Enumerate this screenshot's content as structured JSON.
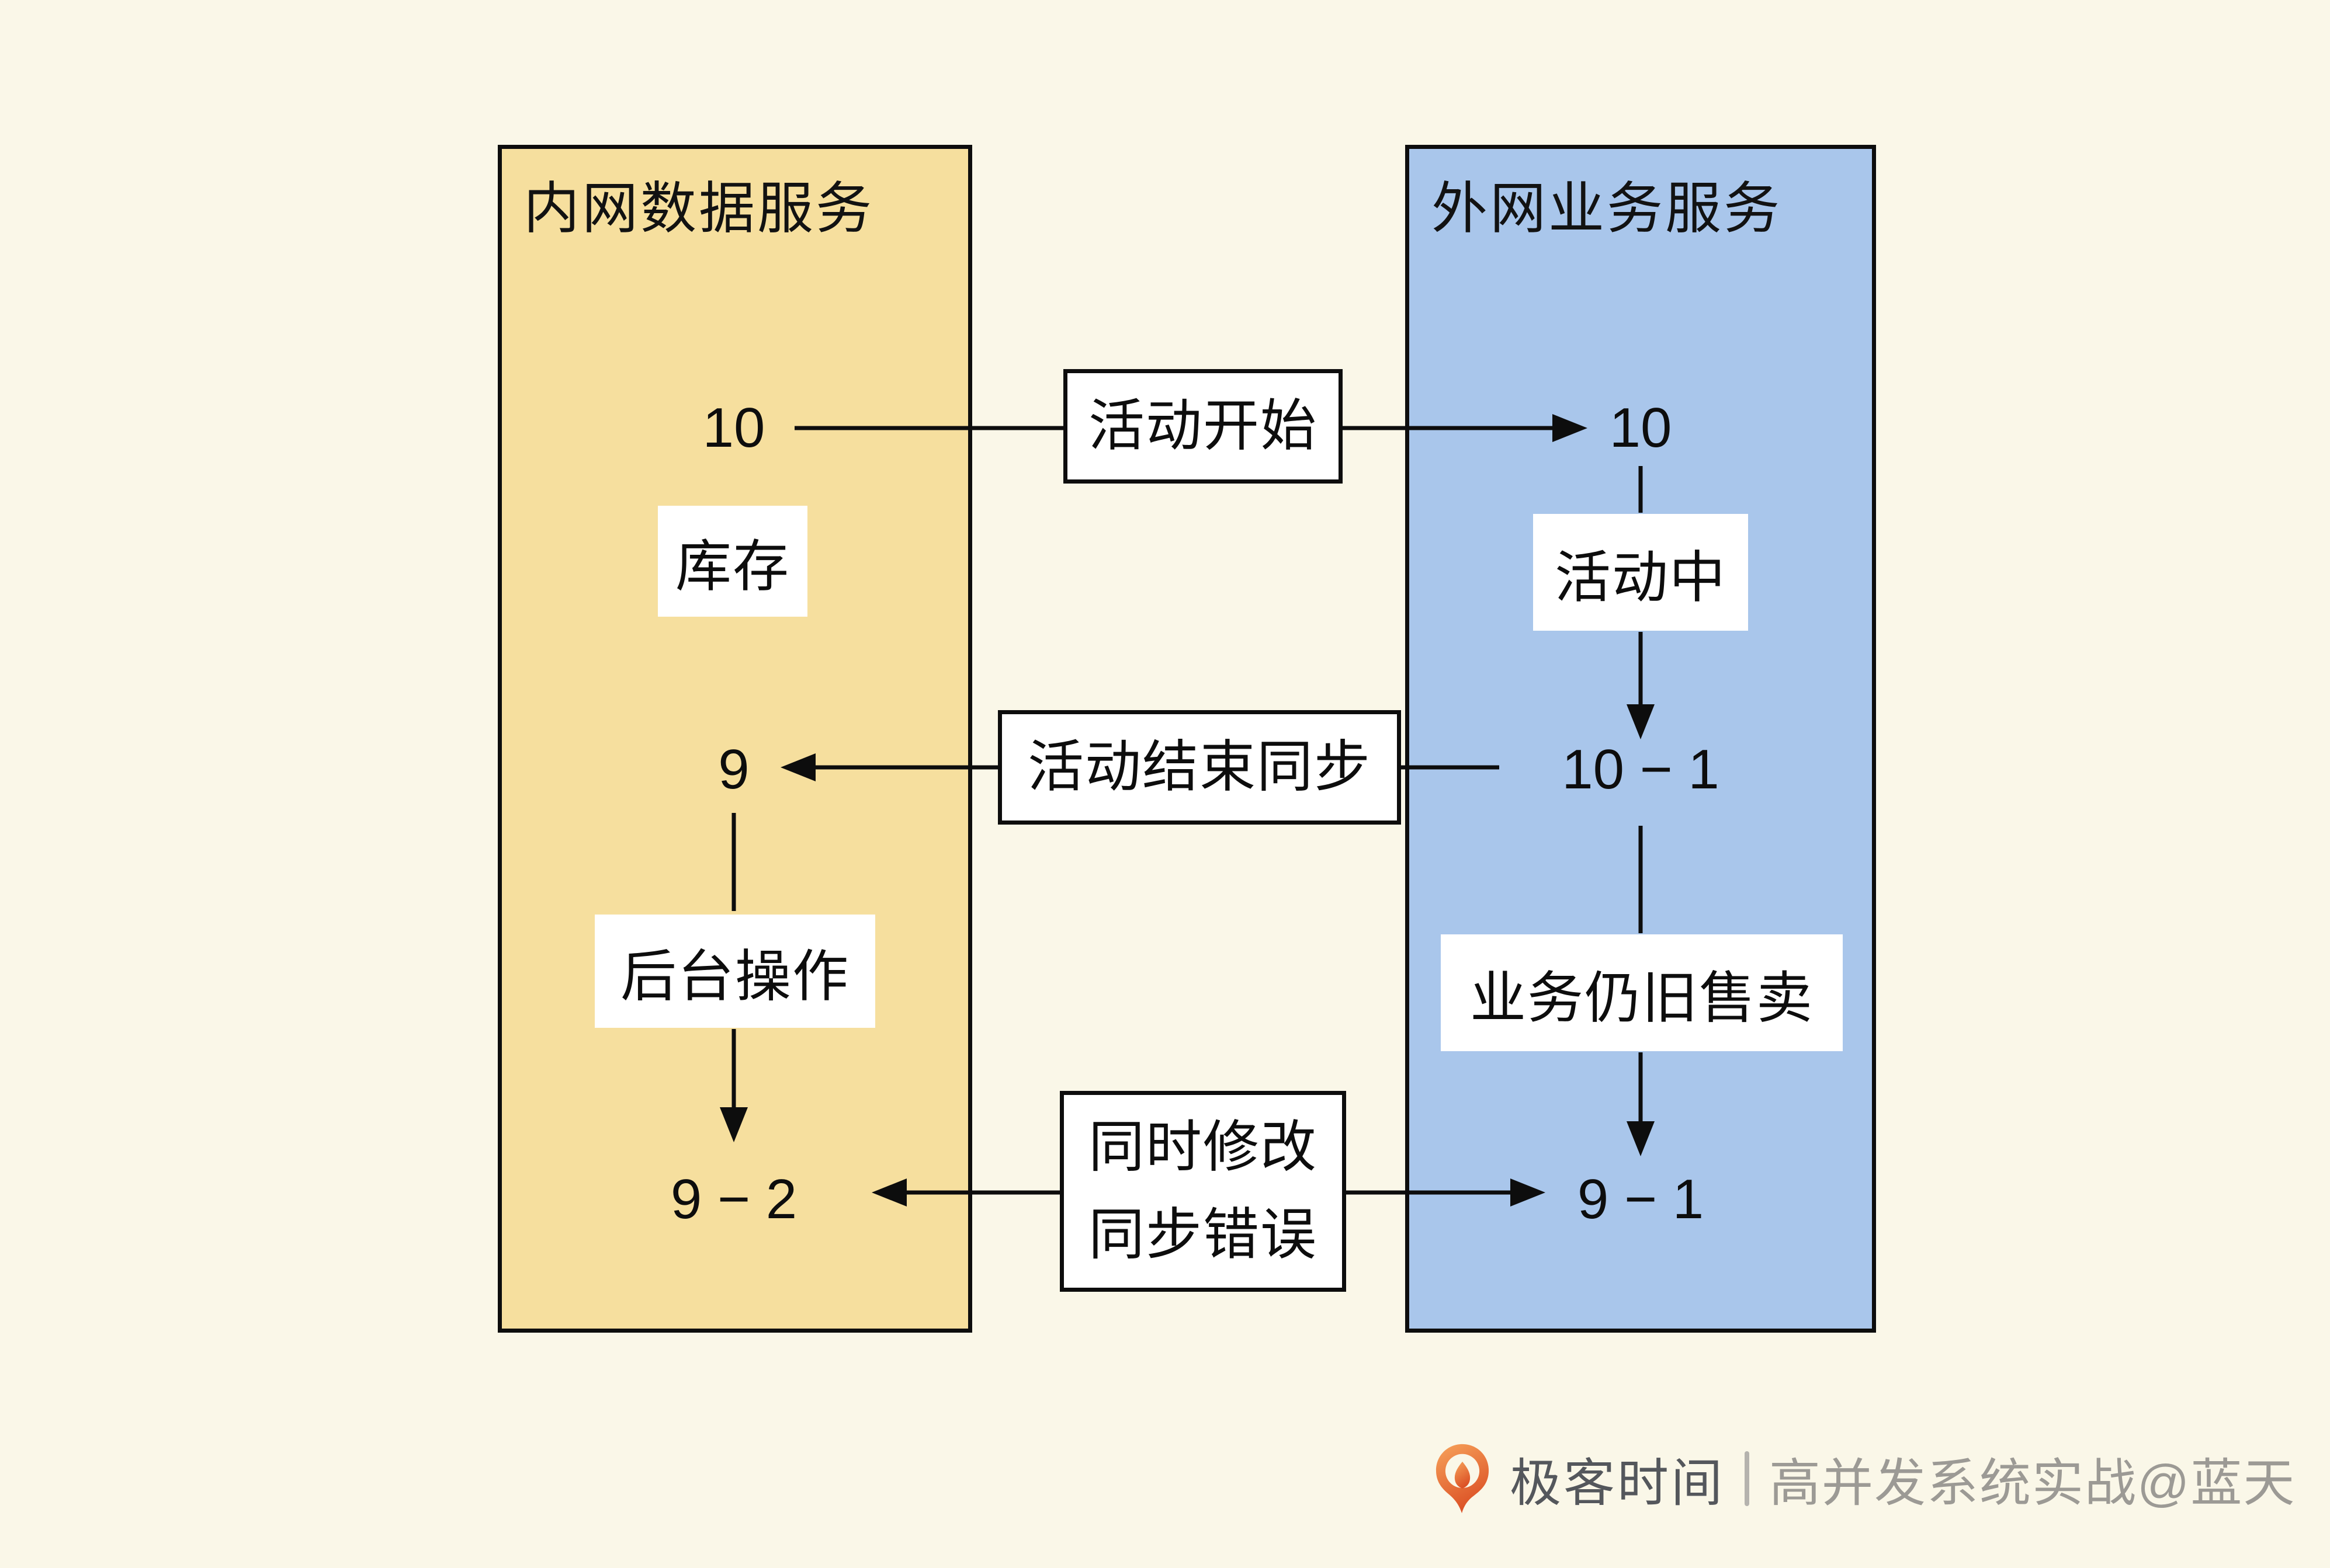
{
  "colors": {
    "background": "#FAF7E8",
    "left_panel_fill": "#F6DF9E",
    "right_panel_fill": "#A9C6EB",
    "label_box_fill": "#FFFFFF",
    "line": "#0D0D0D",
    "logo_orange_top": "#F7A35B",
    "logo_orange_bottom": "#DC5226",
    "footer_brand_color": "#54575C",
    "footer_credit_color": "#9C9A95"
  },
  "diagram": {
    "left_panel": {
      "title": "内网数据服务",
      "stock_initial": "10",
      "stock_label": "库存",
      "stock_after_sync": "9",
      "backend_label": "后台操作",
      "stock_final": "9 − 2"
    },
    "right_panel": {
      "title": "外网业务服务",
      "stock_initial": "10",
      "activity_label": "活动中",
      "stock_during": "10 − 1",
      "selling_label": "业务仍旧售卖",
      "stock_final": "9 − 1"
    },
    "edges": {
      "activity_start": "活动开始",
      "activity_end_sync": "活动结束同步",
      "concurrent_modify": "同时修改",
      "sync_error": "同步错误"
    }
  },
  "footer": {
    "brand": "极客时间",
    "credit": "高并发系统实战@蓝天"
  }
}
